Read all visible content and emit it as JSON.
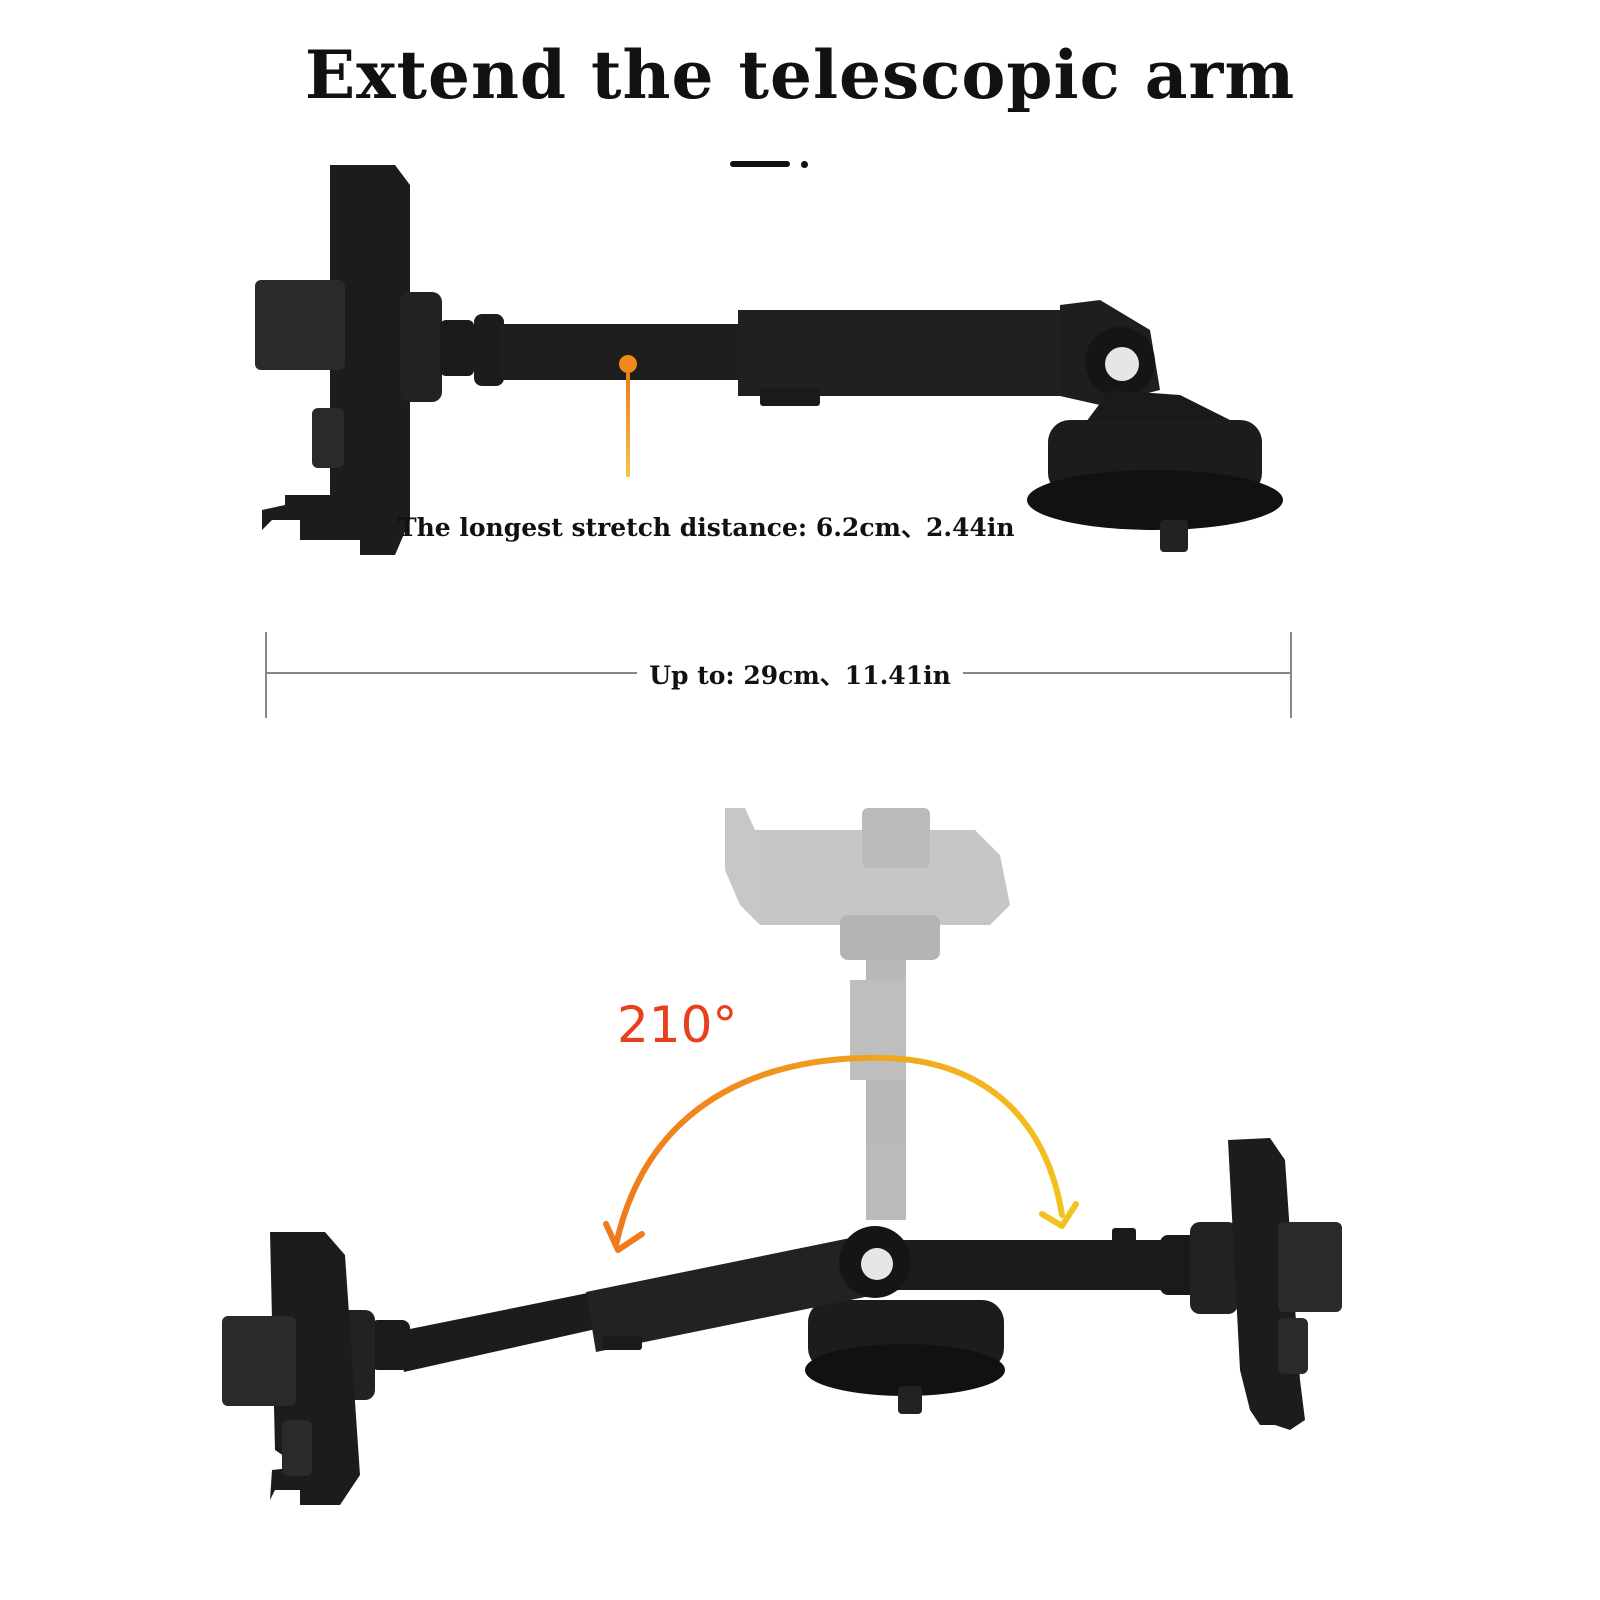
{
  "title": "Extend the telescopic arm",
  "stretch_label": "The longest stretch distance: 6.2cm、2.44in",
  "range_label": "Up to: 29cm、11.41in",
  "angle_label": "210°",
  "colors": {
    "product": "#1b1b1b",
    "marker": "#f08a1c",
    "angle_text": "#e8401c",
    "arc_start": "#f07a1c",
    "arc_end": "#f2c21e"
  }
}
